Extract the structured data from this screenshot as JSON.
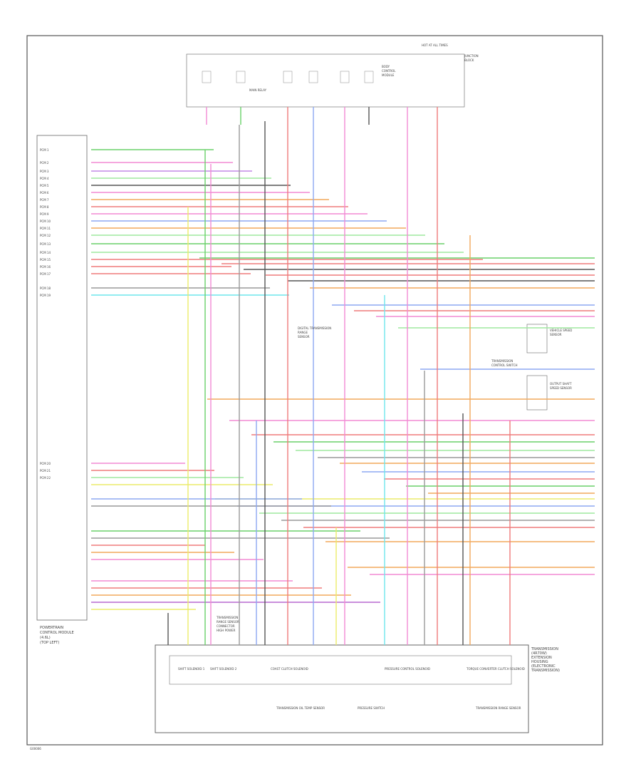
{
  "figure_code": "G00006",
  "module": {
    "title": "POWERTRAIN CONTROL MODULE (4.6L)",
    "title_lines": [
      "POWERTRAIN",
      "CONTROL MODULE",
      "(4.6L)",
      "(TOP LEFT)"
    ],
    "left_pins": [
      "PCM 1",
      "PCM 2",
      "PCM 3",
      "PCM 4",
      "PCM 5",
      "PCM 6",
      "PCM 7",
      "PCM 8",
      "PCM 9",
      "PCM 10",
      "PCM 11",
      "PCM 12",
      "PCM 13",
      "PCM 14",
      "PCM 15",
      "PCM 16",
      "PCM 17",
      "PCM 18",
      "PCM 19",
      "PCM 20",
      "PCM 21",
      "PCM 22"
    ]
  },
  "top_relay": {
    "title": "MAIN RELAY",
    "label_box": [
      "BODY",
      "CONTROL",
      "MODULE"
    ],
    "fuse_label": "HOT AT ALL TIMES",
    "junction_box": [
      "JUNCTION",
      "BLOCK"
    ]
  },
  "transmission": {
    "title_lines": [
      "TRANSMISSION",
      "(4R70W)",
      "EXTENSION",
      "HOUSING",
      "(ELECTRONIC",
      "TRANSMISSION)"
    ],
    "solenoids": [
      "SHIFT SOLENOID 1",
      "SHIFT SOLENOID 2",
      "COAST CLUTCH SOLENOID",
      "PRESSURE CONTROL SOLENOID",
      "TORQUE CONVERTER CLUTCH SOLENOID"
    ],
    "switches": [
      "TRANSMISSION OIL TEMP SENSOR",
      "PRESSURE SWITCH",
      "TRANSMISSION RANGE SENSOR"
    ]
  },
  "right_components": {
    "vss": [
      "VEHICLE SPEED",
      "SENSOR"
    ],
    "oss": [
      "OUTPUT SHAFT",
      "SPEED SENSOR"
    ],
    "tcs": [
      "TRANSMISSION",
      "CONTROL SWITCH"
    ]
  },
  "center_label": [
    "DIGITAL TRANSMISSION",
    "RANGE",
    "SENSOR"
  ],
  "left_lower_label": [
    "TRANSMISSION",
    "RANGE SENSOR",
    "CONNECTOR",
    "HIGH POWER"
  ],
  "colors": {
    "green": "#6ad16a",
    "lightgreen": "#9fe89f",
    "pink": "#f28ad4",
    "red": "#ef7b7b",
    "orange": "#f2a95c",
    "yellow": "#ecec6a",
    "blue": "#8da9f2",
    "cyan": "#6fe6ec",
    "violet": "#c48ae6",
    "gray": "#9a9a9a",
    "dark": "#555555",
    "purple": "#b86ad0"
  }
}
